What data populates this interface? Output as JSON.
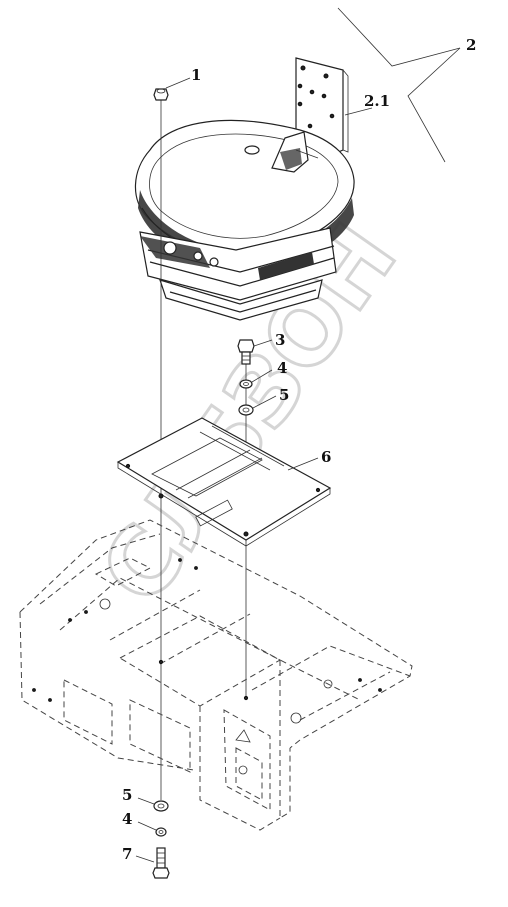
{
  "watermark": "СЛБЗОН",
  "callouts": [
    {
      "id": "seat-assembly",
      "text": "2"
    },
    {
      "id": "seat-bracket",
      "text": "2.1"
    },
    {
      "id": "nut-top",
      "text": "1"
    },
    {
      "id": "bolt-top",
      "text": "3"
    },
    {
      "id": "lock-washer-top",
      "text": "4"
    },
    {
      "id": "flat-washer-top",
      "text": "5"
    },
    {
      "id": "mounting-plate",
      "text": "6"
    },
    {
      "id": "flat-washer-bottom",
      "text": "5"
    },
    {
      "id": "lock-washer-bottom",
      "text": "4"
    },
    {
      "id": "bolt-bottom",
      "text": "7"
    }
  ]
}
